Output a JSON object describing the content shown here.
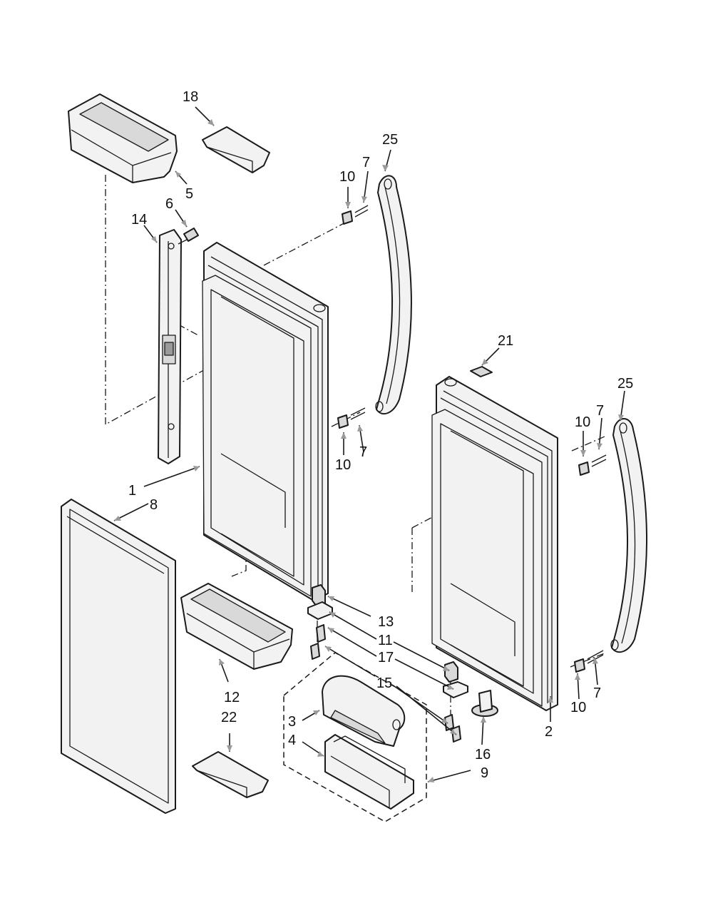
{
  "diagram": {
    "type": "exploded-parts-view",
    "accent_color": "#1a1a1a",
    "callouts": [
      {
        "id": "c18",
        "label": "18"
      },
      {
        "id": "c25a",
        "label": "25"
      },
      {
        "id": "c10a",
        "label": "10"
      },
      {
        "id": "c7a",
        "label": "7"
      },
      {
        "id": "c5",
        "label": "5"
      },
      {
        "id": "c6",
        "label": "6"
      },
      {
        "id": "c14",
        "label": "14"
      },
      {
        "id": "c21",
        "label": "21"
      },
      {
        "id": "c25b",
        "label": "25"
      },
      {
        "id": "c10b",
        "label": "10"
      },
      {
        "id": "c7b",
        "label": "7"
      },
      {
        "id": "c10c",
        "label": "10"
      },
      {
        "id": "c7c",
        "label": "7"
      },
      {
        "id": "c1",
        "label": "1"
      },
      {
        "id": "c8",
        "label": "8"
      },
      {
        "id": "c13",
        "label": "13"
      },
      {
        "id": "c11",
        "label": "11"
      },
      {
        "id": "c17",
        "label": "17"
      },
      {
        "id": "c15",
        "label": "15"
      },
      {
        "id": "c12",
        "label": "12"
      },
      {
        "id": "c22",
        "label": "22"
      },
      {
        "id": "c3",
        "label": "3"
      },
      {
        "id": "c4",
        "label": "4"
      },
      {
        "id": "c16",
        "label": "16"
      },
      {
        "id": "c2",
        "label": "2"
      },
      {
        "id": "c9",
        "label": "9"
      },
      {
        "id": "c10d",
        "label": "10"
      },
      {
        "id": "c7d",
        "label": "7"
      }
    ]
  }
}
